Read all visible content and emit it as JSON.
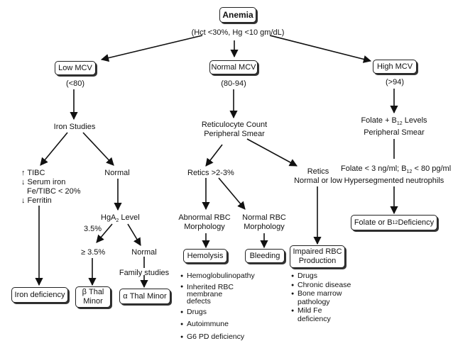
{
  "diagram": {
    "title": "Anemia",
    "criteria": "(Hct <30%, Hg <10 gm/dL)",
    "low_mcv": {
      "label": "Low MCV",
      "range": "(<80)",
      "iron_studies": "Iron Studies",
      "tibc_results": [
        "↑ TIBC",
        "↓ Serum iron",
        "Fe/TIBC < 20%",
        "↓ Ferritin"
      ],
      "normal": "Normal",
      "hga2_prefix": "HgA",
      "hga2_sub": "2",
      "hga2_suffix": " Level",
      "hga2_threshold": "3.5%",
      "high_hga2": "≥ 3.5%",
      "normal_hga2": "Normal",
      "family_studies": "Family studies",
      "iron_deficiency": "Iron deficiency",
      "beta_thal_1": "β Thal",
      "beta_thal_2": "Minor",
      "alpha_thal": "α Thal Minor"
    },
    "normal_mcv": {
      "label": "Normal MCV",
      "range": "(80-94)",
      "retic_1": "Reticulocyte Count",
      "retic_2": "Peripheral Smear",
      "retics_high": "Retics >2-3%",
      "retics_low_1": "Retics",
      "retics_low_2": "Normal or low",
      "abnormal_1": "Abnormal RBC",
      "abnormal_2": "Morphology",
      "normal_rbc_1": "Normal RBC",
      "normal_rbc_2": "Morphology",
      "hemolysis": "Hemolysis",
      "bleeding": "Bleeding",
      "impaired_1": "Impaired RBC",
      "impaired_2": "Production",
      "hemolysis_causes": [
        "Hemoglobulinopathy",
        "Inherited RBC membrane defects",
        "Drugs",
        "Autoimmune",
        "G6 PD deficiency"
      ],
      "impaired_causes": [
        "Drugs",
        "Chronic disease",
        "Bone marrow pathology",
        "Mild Fe deficiency"
      ]
    },
    "high_mcv": {
      "label": "High MCV",
      "range": "(>94)",
      "folate_1a": "Folate + B",
      "folate_1b": " Levels",
      "folate_2": "Peripheral Smear",
      "result_1a": "Folate < 3 ng/ml; B",
      "result_1b": " < 80 pg/ml",
      "result_2": "Hypersegmented neutrophils",
      "defic_a": "Folate or B",
      "defic_b": " Deficiency",
      "b12_sub": "12"
    }
  }
}
